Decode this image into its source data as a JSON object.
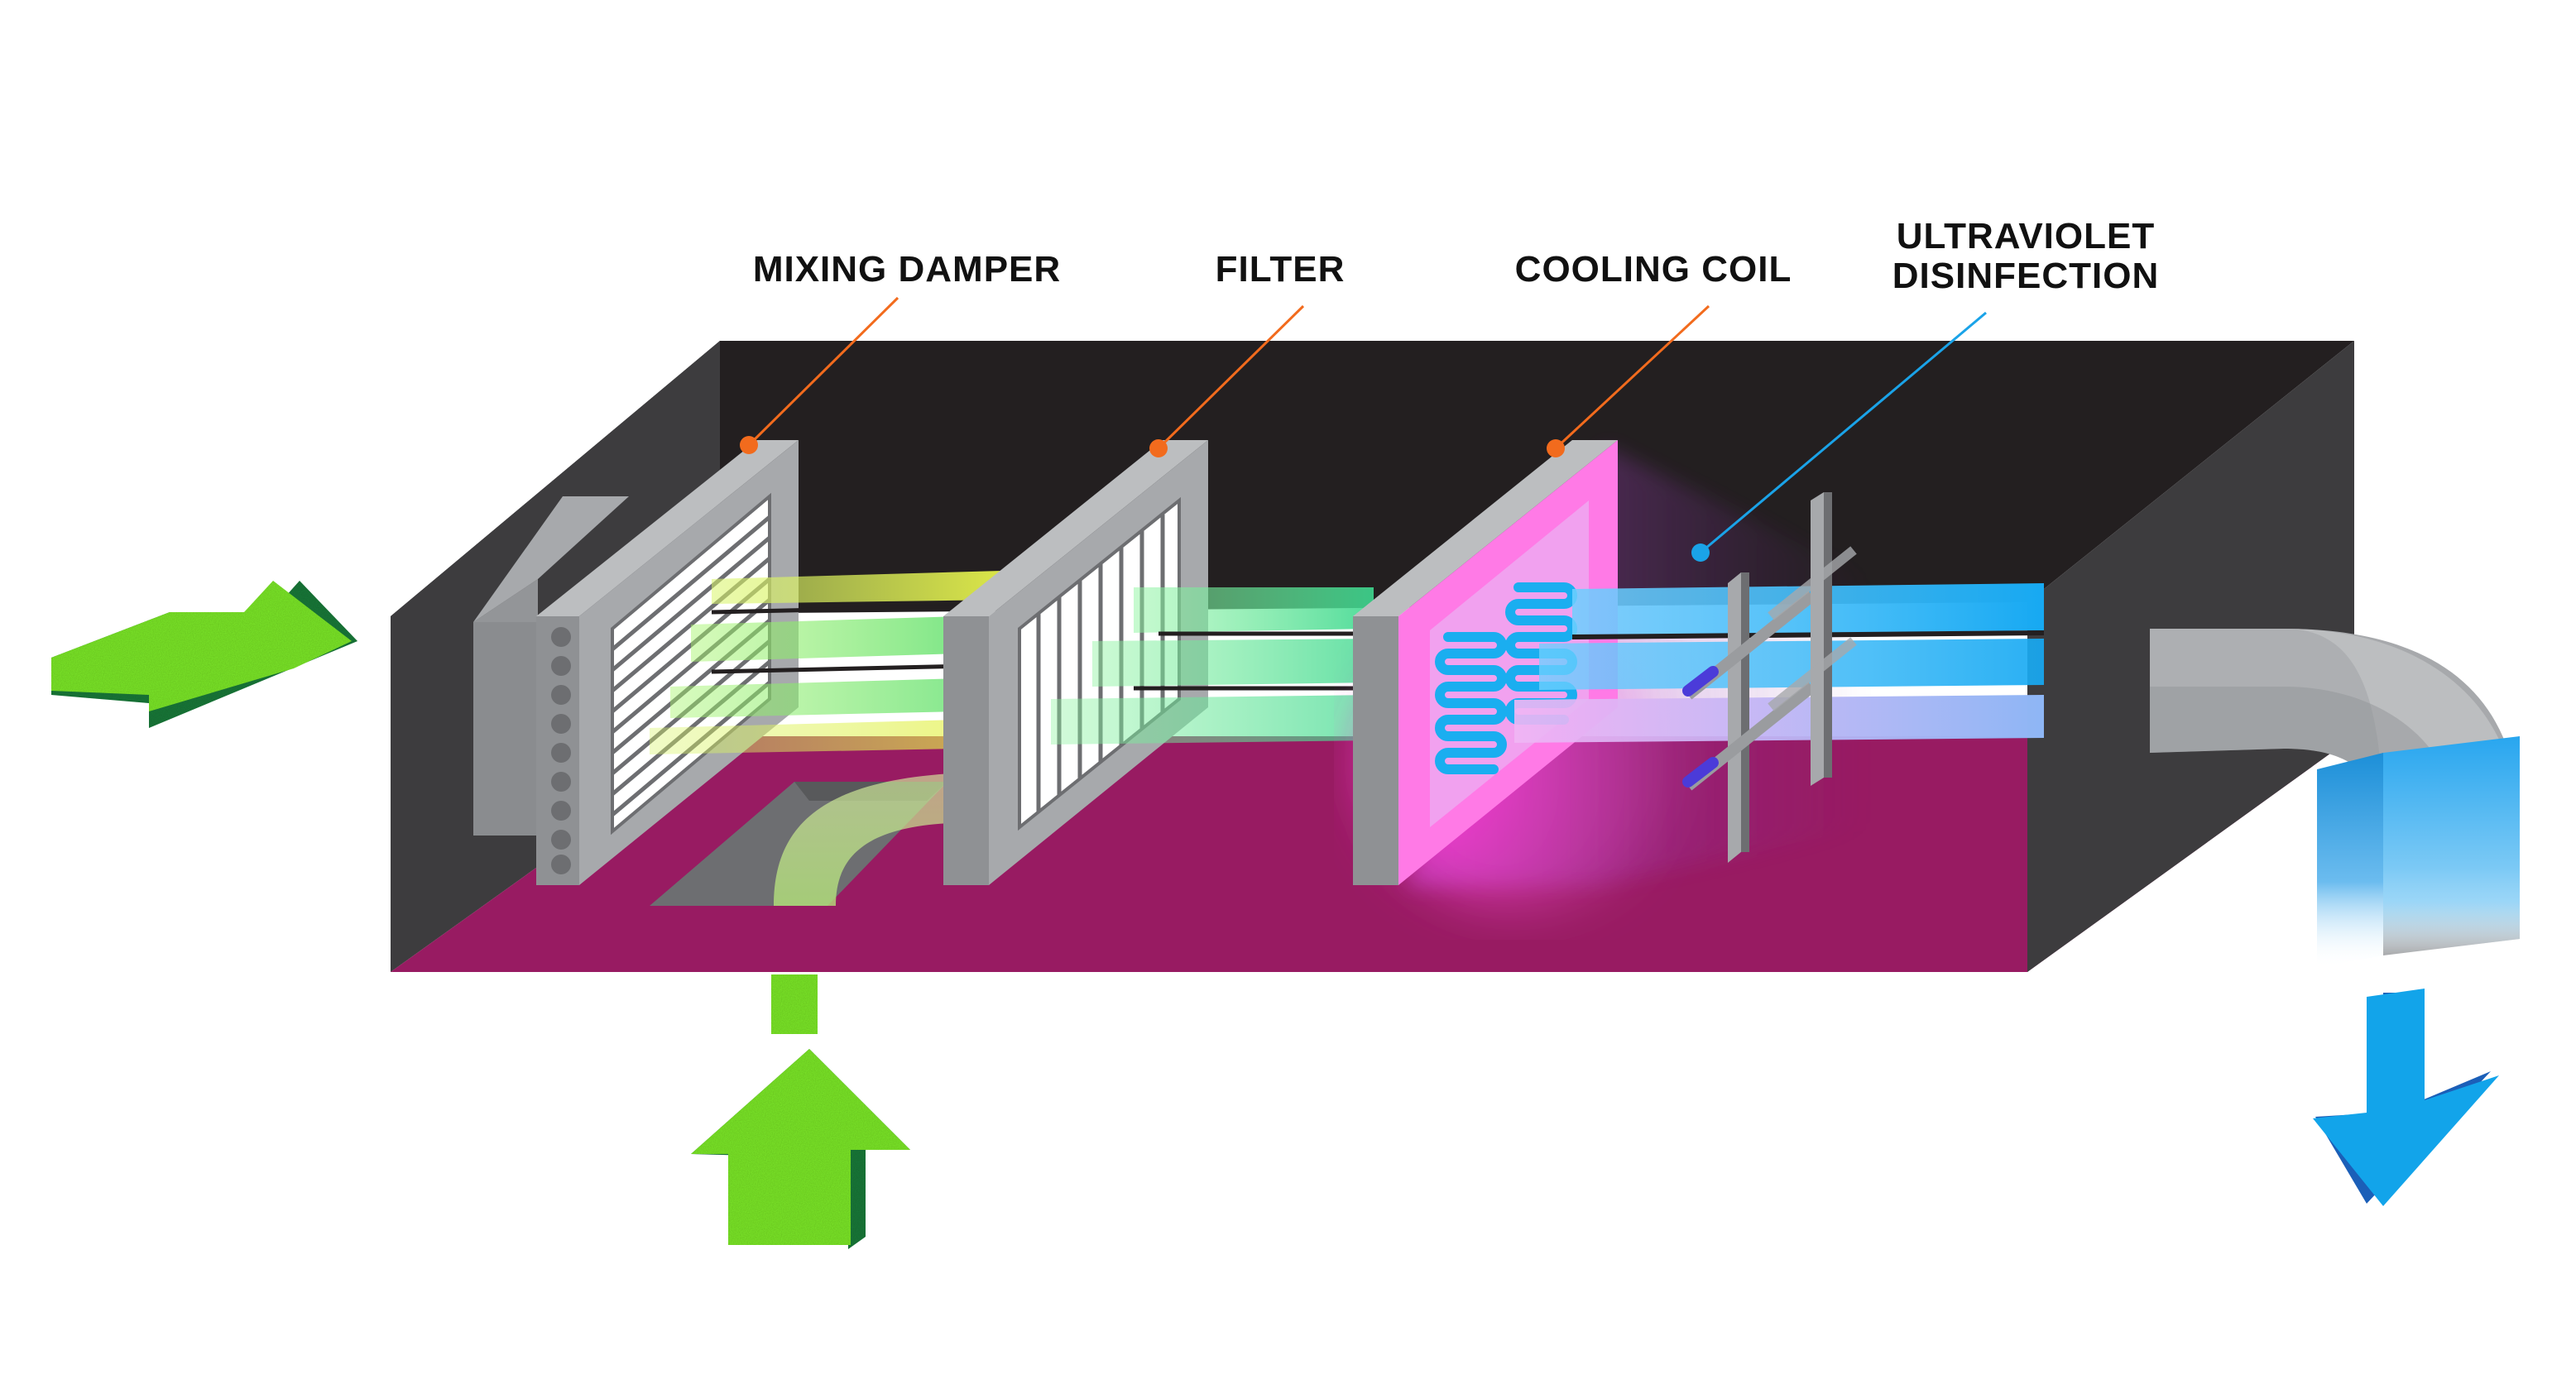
{
  "labels": {
    "mixing_damper": "MIXING DAMPER",
    "filter": "FILTER",
    "cooling_coil": "COOLING COIL",
    "uv_line1": "ULTRAVIOLET",
    "uv_line2": "DISINFECTION"
  },
  "colors": {
    "duct_back": "#231f20",
    "duct_side": "#3d3c3e",
    "duct_floor": "#981b62",
    "frame_gray": "#a7a9ac",
    "frame_dark": "#7d7f82",
    "intake_green": "#7de82c",
    "intake_green_dark": "#1e7a3a",
    "outlet_blue": "#12a4ea",
    "outlet_blue_dark": "#1b5fb8",
    "uv_magenta": "#ff2fd8",
    "leader_orange": "#f26b1d",
    "leader_blue": "#1aa3e8"
  }
}
